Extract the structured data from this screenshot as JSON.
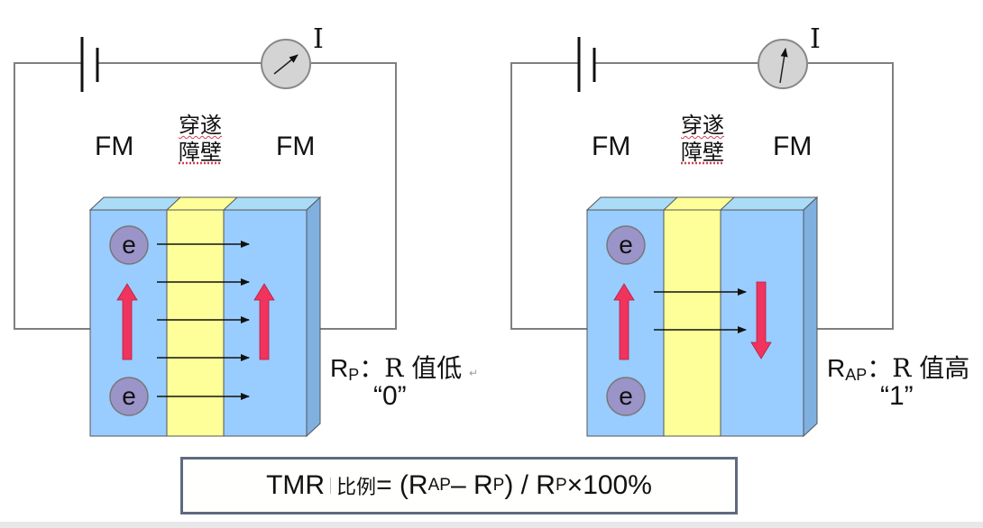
{
  "diagram": {
    "title": "TMR magnetic tunnel junction: parallel vs antiparallel states",
    "colors": {
      "wire": "#7f7f7f",
      "ferromagnet": "#99ccff",
      "ferromagnet_top": "#aadcf8",
      "ferromagnet_side": "#7fb0e0",
      "barrier": "#ffff99",
      "electron": "#9b94c8",
      "magnetization_arrow": "#f0345e",
      "meter": "#d4d4d4",
      "formula_border": "#5e6a80"
    },
    "panels": [
      {
        "id": "parallel",
        "current_label": "I",
        "meter_needle": "deflected-right",
        "left_layer_label": "FM",
        "barrier_label_line1": "穿遂",
        "barrier_label_line2": "障壁",
        "right_layer_label": "FM",
        "left_magnetization": "up",
        "right_magnetization": "up",
        "tunneling_arrows": 5,
        "electrons": [
          "e",
          "e"
        ],
        "resistance_symbol": "R",
        "resistance_subscript": "P",
        "resistance_desc": "：R 值低",
        "return_mark": "↵",
        "state_value": "“0”"
      },
      {
        "id": "antiparallel",
        "current_label": "I",
        "meter_needle": "near-zero",
        "left_layer_label": "FM",
        "barrier_label_line1": "穿遂",
        "barrier_label_line2": "障壁",
        "right_layer_label": "FM",
        "left_magnetization": "up",
        "right_magnetization": "down",
        "tunneling_arrows": 2,
        "electrons": [
          "e",
          "e"
        ],
        "resistance_symbol": "R",
        "resistance_subscript": "AP",
        "resistance_desc": "：R 值高",
        "state_value": "“1”"
      }
    ],
    "formula": {
      "prefix": "TMR",
      "cn_label": "比例",
      "eq": " = (R",
      "sub_ap": "AP",
      "minus": " – R",
      "sub_p1": "P",
      "div": ") / R",
      "sub_p2": "P",
      "suffix": "×100%"
    }
  }
}
